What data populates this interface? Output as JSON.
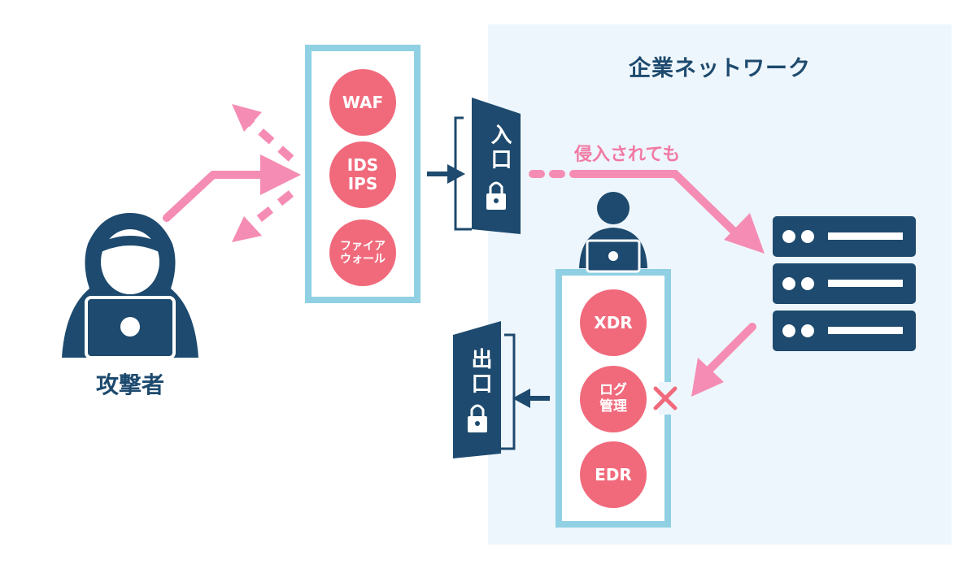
{
  "diagram": {
    "network_label": "企業ネットワーク",
    "attacker_label": "攻撃者",
    "intrusion_label": "侵入されても",
    "entry_label": "入口",
    "exit_label": "出口",
    "perimeter_defenses": [
      "WAF",
      "IDS\nIPS",
      "ファイア\nウォール"
    ],
    "internal_defenses": [
      "XDR",
      "ログ\n管理",
      "EDR"
    ],
    "colors": {
      "navy": "#1d4a6e",
      "pink": "#f06a7c",
      "arrow_pink": "#f58cb3",
      "panel_border": "#8fd0e3",
      "network_bg": "#eef6fd"
    }
  }
}
